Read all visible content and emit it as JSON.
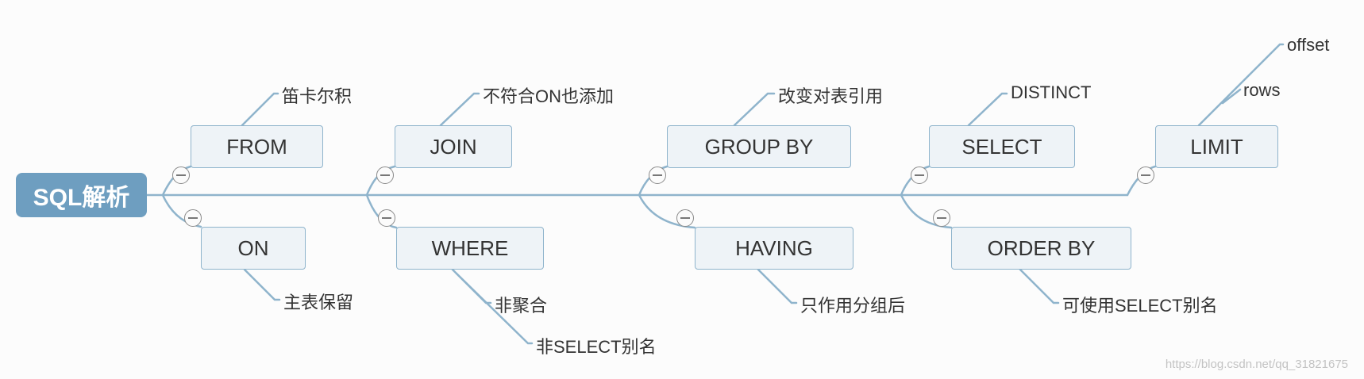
{
  "root": {
    "label": "SQL解析"
  },
  "nodes": {
    "from": {
      "label": "FROM",
      "leaves": [
        "笛卡尔积"
      ]
    },
    "on": {
      "label": "ON",
      "leaves": [
        "主表保留"
      ]
    },
    "join": {
      "label": "JOIN",
      "leaves": [
        "不符合ON也添加"
      ]
    },
    "where": {
      "label": "WHERE",
      "leaves": [
        "非聚合",
        "非SELECT别名"
      ]
    },
    "group_by": {
      "label": "GROUP BY",
      "leaves": [
        "改变对表引用"
      ]
    },
    "having": {
      "label": "HAVING",
      "leaves": [
        "只作用分组后"
      ]
    },
    "select": {
      "label": "SELECT",
      "leaves": [
        "DISTINCT"
      ]
    },
    "order_by": {
      "label": "ORDER BY",
      "leaves": [
        "可使用SELECT别名"
      ]
    },
    "limit": {
      "label": "LIMIT",
      "leaves": [
        "offset",
        "rows"
      ]
    }
  },
  "watermark": "https://blog.csdn.net/qq_31821675",
  "colors": {
    "root_fill": "#6e9ec0",
    "node_fill": "#eef3f7",
    "node_border": "#8fb4cc",
    "connector": "#8fb4cc"
  }
}
